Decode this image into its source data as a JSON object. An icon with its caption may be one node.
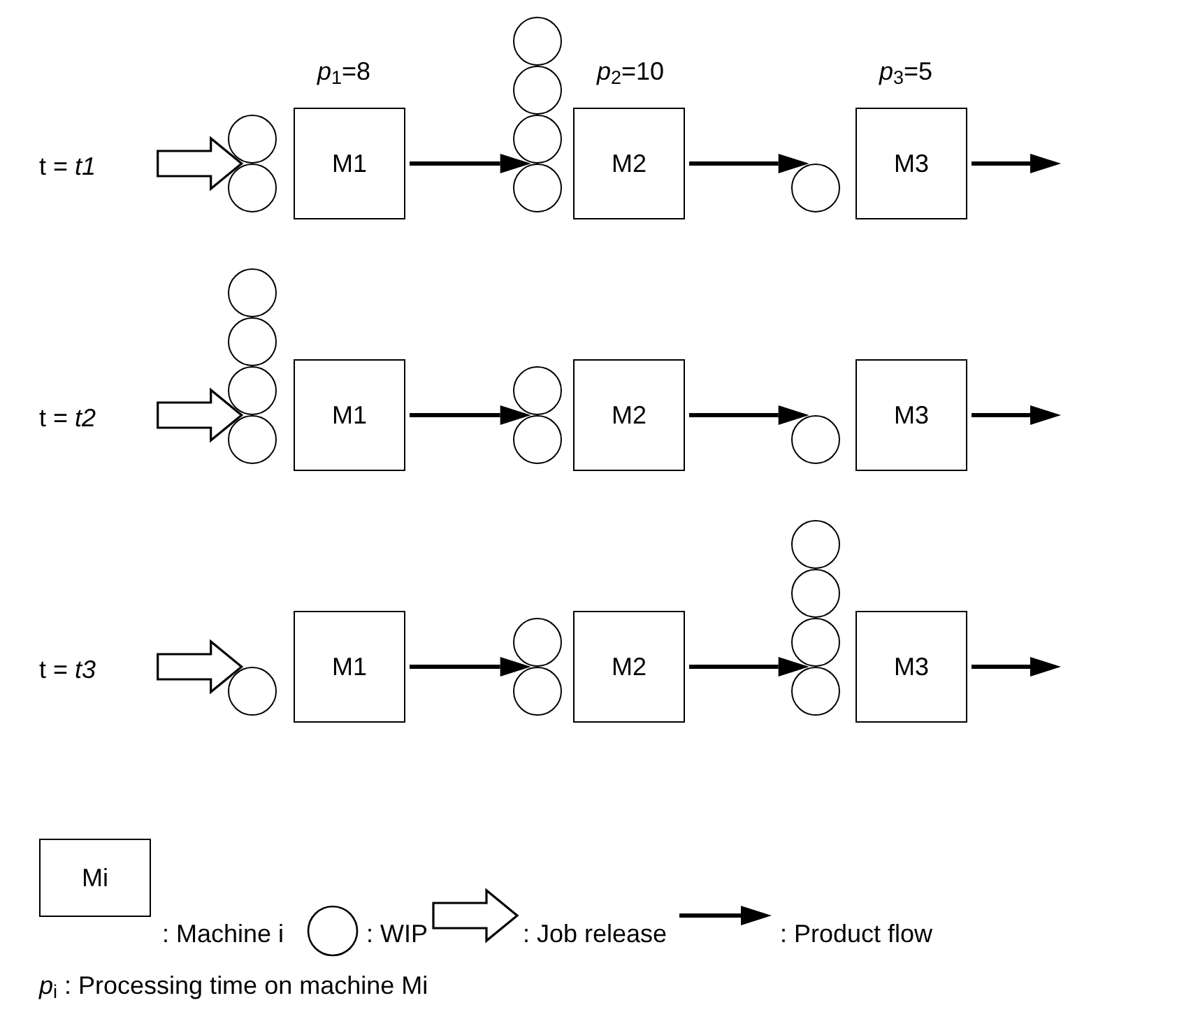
{
  "diagram": {
    "nodes": [
      {
        "text": [],
        "shape": "circle"
      },
      {
        "text": [],
        "shape": "circle"
      },
      {
        "text": [
          "M1"
        ],
        "beside": [
          "*p*$_{1}$=8"
        ]
      },
      {
        "text": [],
        "shape": "circle"
      },
      {
        "text": [],
        "shape": "circle"
      },
      {
        "text": [],
        "shape": "circle"
      },
      {
        "text": [],
        "shape": "circle"
      },
      {
        "text": [
          "M2"
        ],
        "beside": [
          "*p*$_{2}$=10"
        ]
      },
      {
        "text": [],
        "shape": "circle"
      },
      {
        "text": [
          "M3"
        ],
        "beside": [
          "*p*$_{3}$=5"
        ]
      },
      {
        "text": [],
        "shape": "circle"
      },
      {
        "text": [],
        "shape": "circle"
      },
      {
        "text": [],
        "shape": "circle"
      },
      {
        "text": [],
        "shape": "circle"
      },
      {
        "text": [
          "M1"
        ]
      },
      {
        "text": [],
        "shape": "circle"
      },
      {
        "text": [],
        "shape": "circle"
      },
      {
        "text": [
          "M2"
        ]
      },
      {
        "text": [],
        "shape": "circle"
      },
      {
        "text": [
          "M3"
        ]
      },
      {
        "text": [],
        "shape": "circle"
      },
      {
        "text": [
          "M1"
        ]
      },
      {
        "text": [],
        "shape": "circle"
      },
      {
        "text": [],
        "shape": "circle"
      },
      {
        "text": [
          "M2"
        ]
      },
      {
        "text": [],
        "shape": "circle"
      },
      {
        "text": [],
        "shape": "circle"
      },
      {
        "text": [],
        "shape": "circle"
      },
      {
        "text": [],
        "shape": "circle"
      },
      {
        "text": [
          "M3"
        ]
      }
    ],
    "edges": [
      {
        "from": null,
        "to": 1,
        "arrow": "to",
        "style": "thick"
      },
      {
        "from": 2,
        "to": 6,
        "arrow": "to"
      },
      {
        "from": 7,
        "to": 8,
        "arrow": "to"
      },
      {
        "from": 9,
        "to": null,
        "arrow": "to"
      },
      {
        "from": null,
        "to": 13,
        "arrow": "to",
        "style": "thick"
      },
      {
        "from": 14,
        "to": 16,
        "arrow": "to"
      },
      {
        "from": 17,
        "to": 18,
        "arrow": "to"
      },
      {
        "from": 19,
        "to": null,
        "arrow": "to"
      },
      {
        "from": null,
        "to": 20,
        "arrow": "to",
        "style": "thick"
      },
      {
        "from": 21,
        "to": 23,
        "arrow": "to"
      },
      {
        "from": 24,
        "to": 28,
        "arrow": "to"
      },
      {
        "from": 29,
        "to": null,
        "arrow": "to"
      }
    ],
    "labels": [
      "t = *t1*",
      "t = *t2*",
      "t = *t3*",
      "Mi",
      "*p*$_{i}$ : Processing time on machine Mi"
    ],
    "legend": [
      {
        "text": ": Machine i"
      },
      {
        "text": ": WIP"
      },
      {
        "text": ": Job release"
      },
      {
        "text": ": Product flow"
      }
    ]
  }
}
